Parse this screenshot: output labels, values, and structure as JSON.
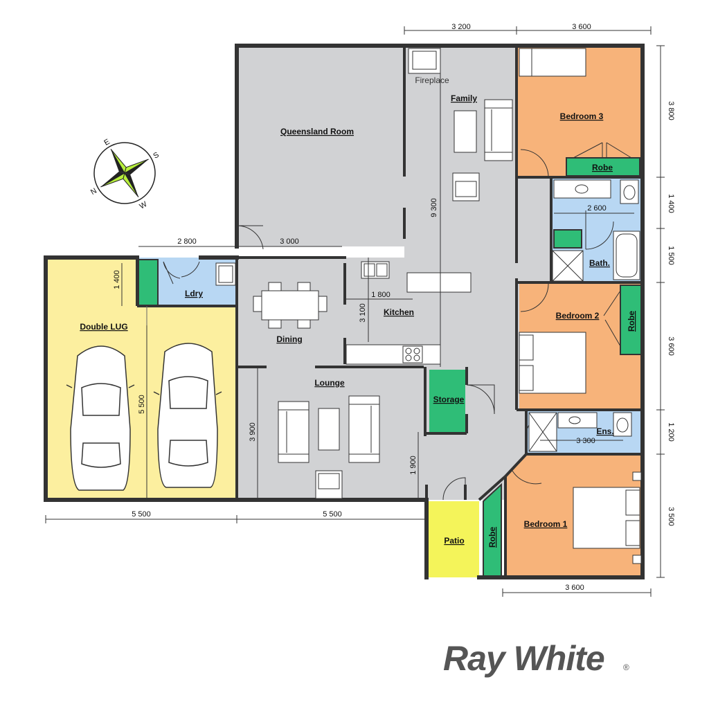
{
  "colors": {
    "living": "#d1d2d4",
    "bedroom": "#f7b37a",
    "wet": "#b8d7f3",
    "robe": "#2fbd77",
    "garage": "#fcef9f",
    "patio": "#f4f45a",
    "wall": "#333333",
    "compass_accent": "#b7ef3c",
    "logo": "#555555"
  },
  "rooms": {
    "queensland_room": "Queensland Room",
    "family": "Family",
    "fireplace": "Fireplace",
    "bedroom3": "Bedroom 3",
    "robe3": "Robe",
    "bath": "Bath.",
    "ldry": "Ldry",
    "kitchen": "Kitchen",
    "dining": "Dining",
    "double_lug": "Double LUG",
    "lounge": "Lounge",
    "storage": "Storage",
    "bedroom2": "Bedroom 2",
    "robe2": "Robe",
    "ens": "Ens.",
    "bedroom1": "Bedroom 1",
    "robe1": "Robe",
    "patio": "Patio"
  },
  "dimensions": {
    "top_left": "3 200",
    "top_right": "3 600",
    "bed3_side": "3 800",
    "bath_side": "1 400",
    "bath_side2": "1 500",
    "bath_width": "2 600",
    "family_height": "9 300",
    "garage_top": "2 800",
    "qld_width": "3 000",
    "ldry_height": "1 400",
    "kitchen_width": "1 800",
    "kitchen_height": "3 100",
    "garage_depth": "5 500",
    "lounge_height": "3 900",
    "lounge_lower": "1 900",
    "bed2_side": "3 600",
    "ens_side": "1 200",
    "ens_width": "3 300",
    "bed1_side": "3 500",
    "bed1_width": "3 600",
    "bottom_left": "5 500",
    "bottom_mid": "5 500"
  },
  "compass": {
    "n": "N",
    "s": "S",
    "e": "E",
    "w": "W"
  },
  "brand": {
    "name": "Ray White",
    "mark": "®"
  }
}
